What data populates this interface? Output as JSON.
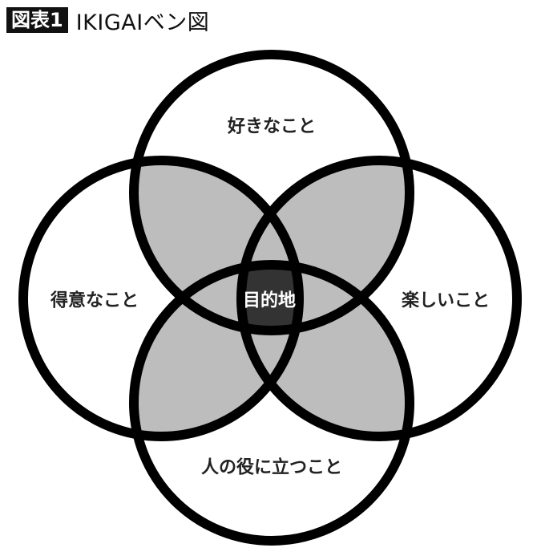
{
  "header": {
    "badge": "図表1",
    "title": "IKIGAIベン図"
  },
  "diagram": {
    "circles": [
      {
        "label": "好きなこと"
      },
      {
        "label": "得意なこと"
      },
      {
        "label": "楽しいこと"
      },
      {
        "label": "人の役に立つこと"
      }
    ],
    "center_label": "目的地",
    "colors": {
      "stroke": "#000000",
      "overlap_fill": "#bdbdbd",
      "center_fill": "#333333",
      "label": "#222222"
    }
  }
}
